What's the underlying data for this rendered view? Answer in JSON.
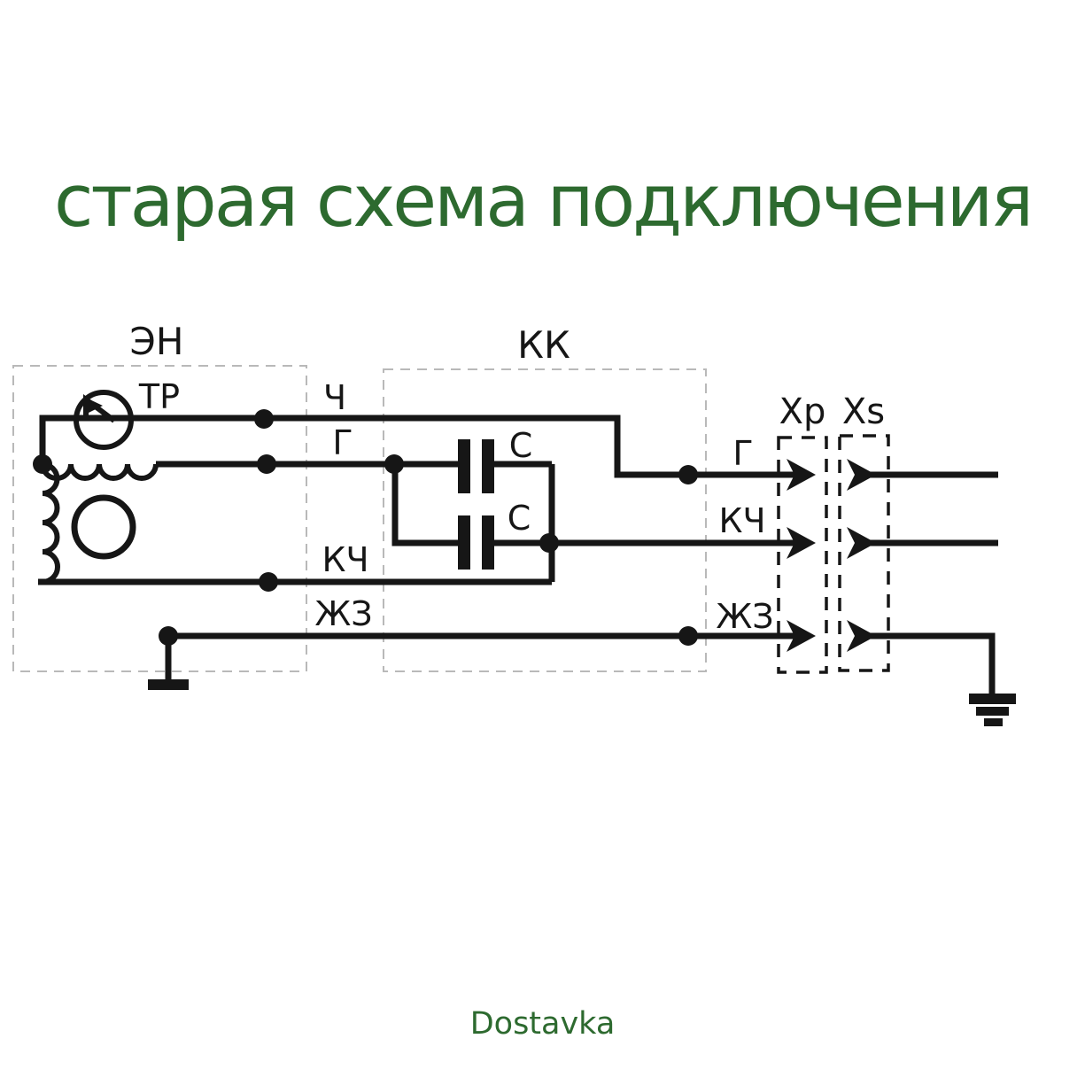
{
  "title": "старая схема подключения",
  "footer": "Dostavka",
  "colors": {
    "title_green": "#2d6a2f",
    "diagram_black": "#161616",
    "block_dash_gray": "#b9b9b9"
  },
  "diagram": {
    "blocks": {
      "pump_label": "ЭН",
      "capacitor_box_label": "КК"
    },
    "connectors": {
      "plug_label": "Xp",
      "socket_label": "Xs"
    },
    "components": {
      "thermal_relay_label": "ТР",
      "capacitor_top_label": "С",
      "capacitor_bottom_label": "С"
    },
    "wire_labels": {
      "black_left": "Ч",
      "blue_left": "Г",
      "brown_left": "КЧ",
      "yellowgreen_left": "ЖЗ",
      "blue_right": "Г",
      "brown_right": "КЧ",
      "yellowgreen_right": "ЖЗ"
    }
  }
}
